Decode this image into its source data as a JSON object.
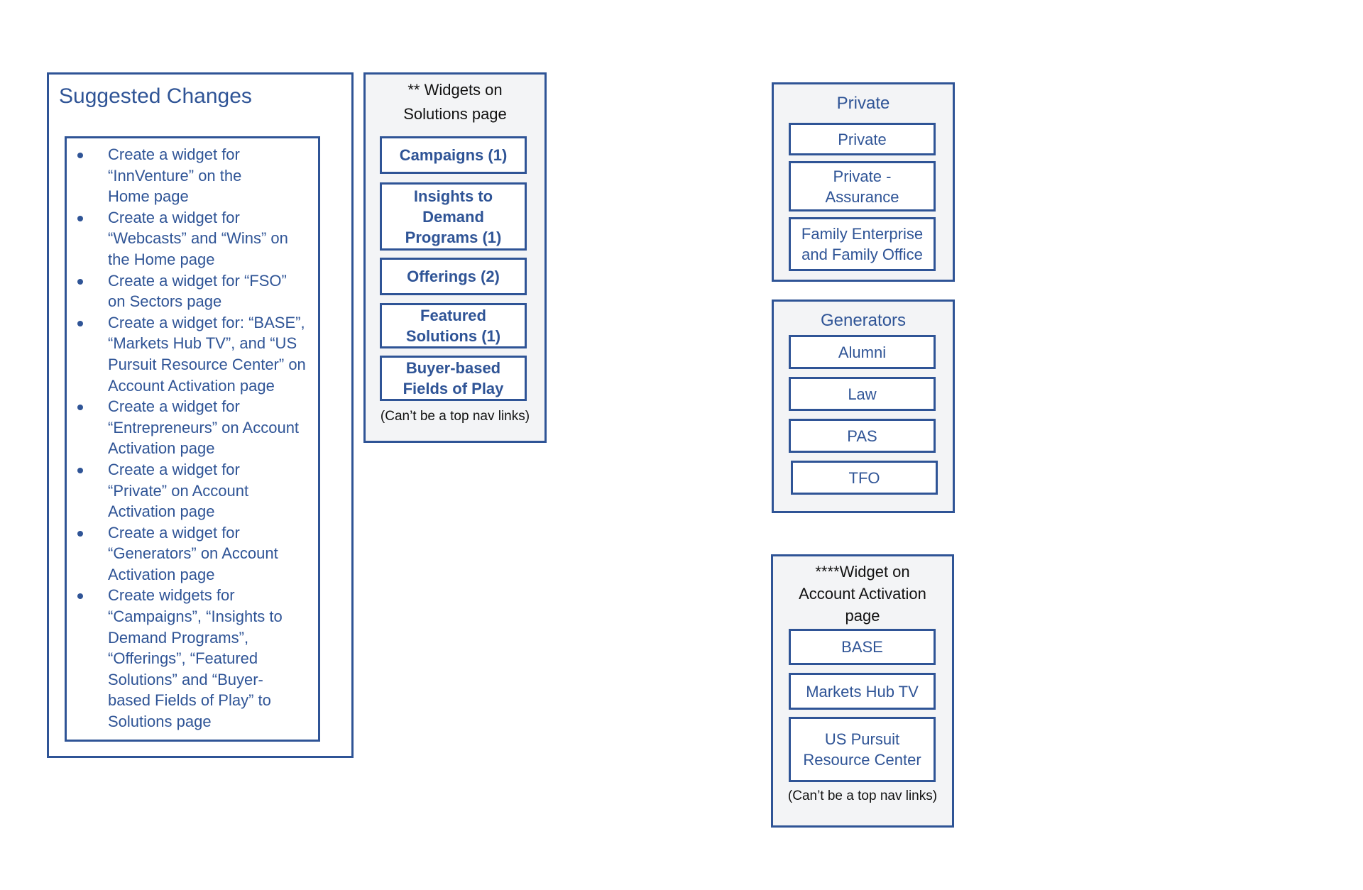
{
  "suggested_changes": {
    "title": "Suggested Changes",
    "items": [
      "Create a widget for\n“InnVenture” on the\nHome page",
      "Create a widget for\n“Webcasts” and “Wins” on\nthe Home page",
      "Create a widget for “FSO”\non Sectors page",
      "Create a widget for: “BASE”,\n“Markets Hub TV”, and “US\nPursuit Resource Center” on\nAccount Activation page",
      "Create a widget for\n“Entrepreneurs” on Account\nActivation page",
      "Create a widget for\n“Private” on Account\nActivation page",
      "Create a widget for\n“Generators” on Account\nActivation page",
      "Create widgets for\n“Campaigns”, “Insights to\nDemand Programs”,\n“Offerings”, “Featured\nSolutions” and “Buyer-\nbased Fields of Play” to\nSolutions page"
    ]
  },
  "solutions_widgets": {
    "title": "** Widgets on\nSolutions page",
    "items": [
      "Campaigns (1)",
      "Insights to\nDemand\nPrograms (1)",
      "Offerings (2)",
      "Featured\nSolutions (1)",
      "Buyer-based\nFields of Play"
    ],
    "note": "(Can’t be a top nav links)"
  },
  "private_group": {
    "title": "Private",
    "items": [
      "Private",
      "Private -\nAssurance",
      "Family Enterprise\nand Family Office"
    ]
  },
  "generators_group": {
    "title": "Generators",
    "items": [
      "Alumni",
      "Law",
      "PAS",
      "TFO"
    ]
  },
  "account_activation_widget": {
    "title": "****Widget on\nAccount Activation\npage",
    "items": [
      "BASE",
      "Markets Hub TV",
      "US Pursuit\nResource Center"
    ],
    "note": "(Can’t be a top nav links)"
  },
  "colors": {
    "accent": "#2F5496",
    "panel_shade": "#f3f4f6",
    "text_dark": "#111111"
  }
}
